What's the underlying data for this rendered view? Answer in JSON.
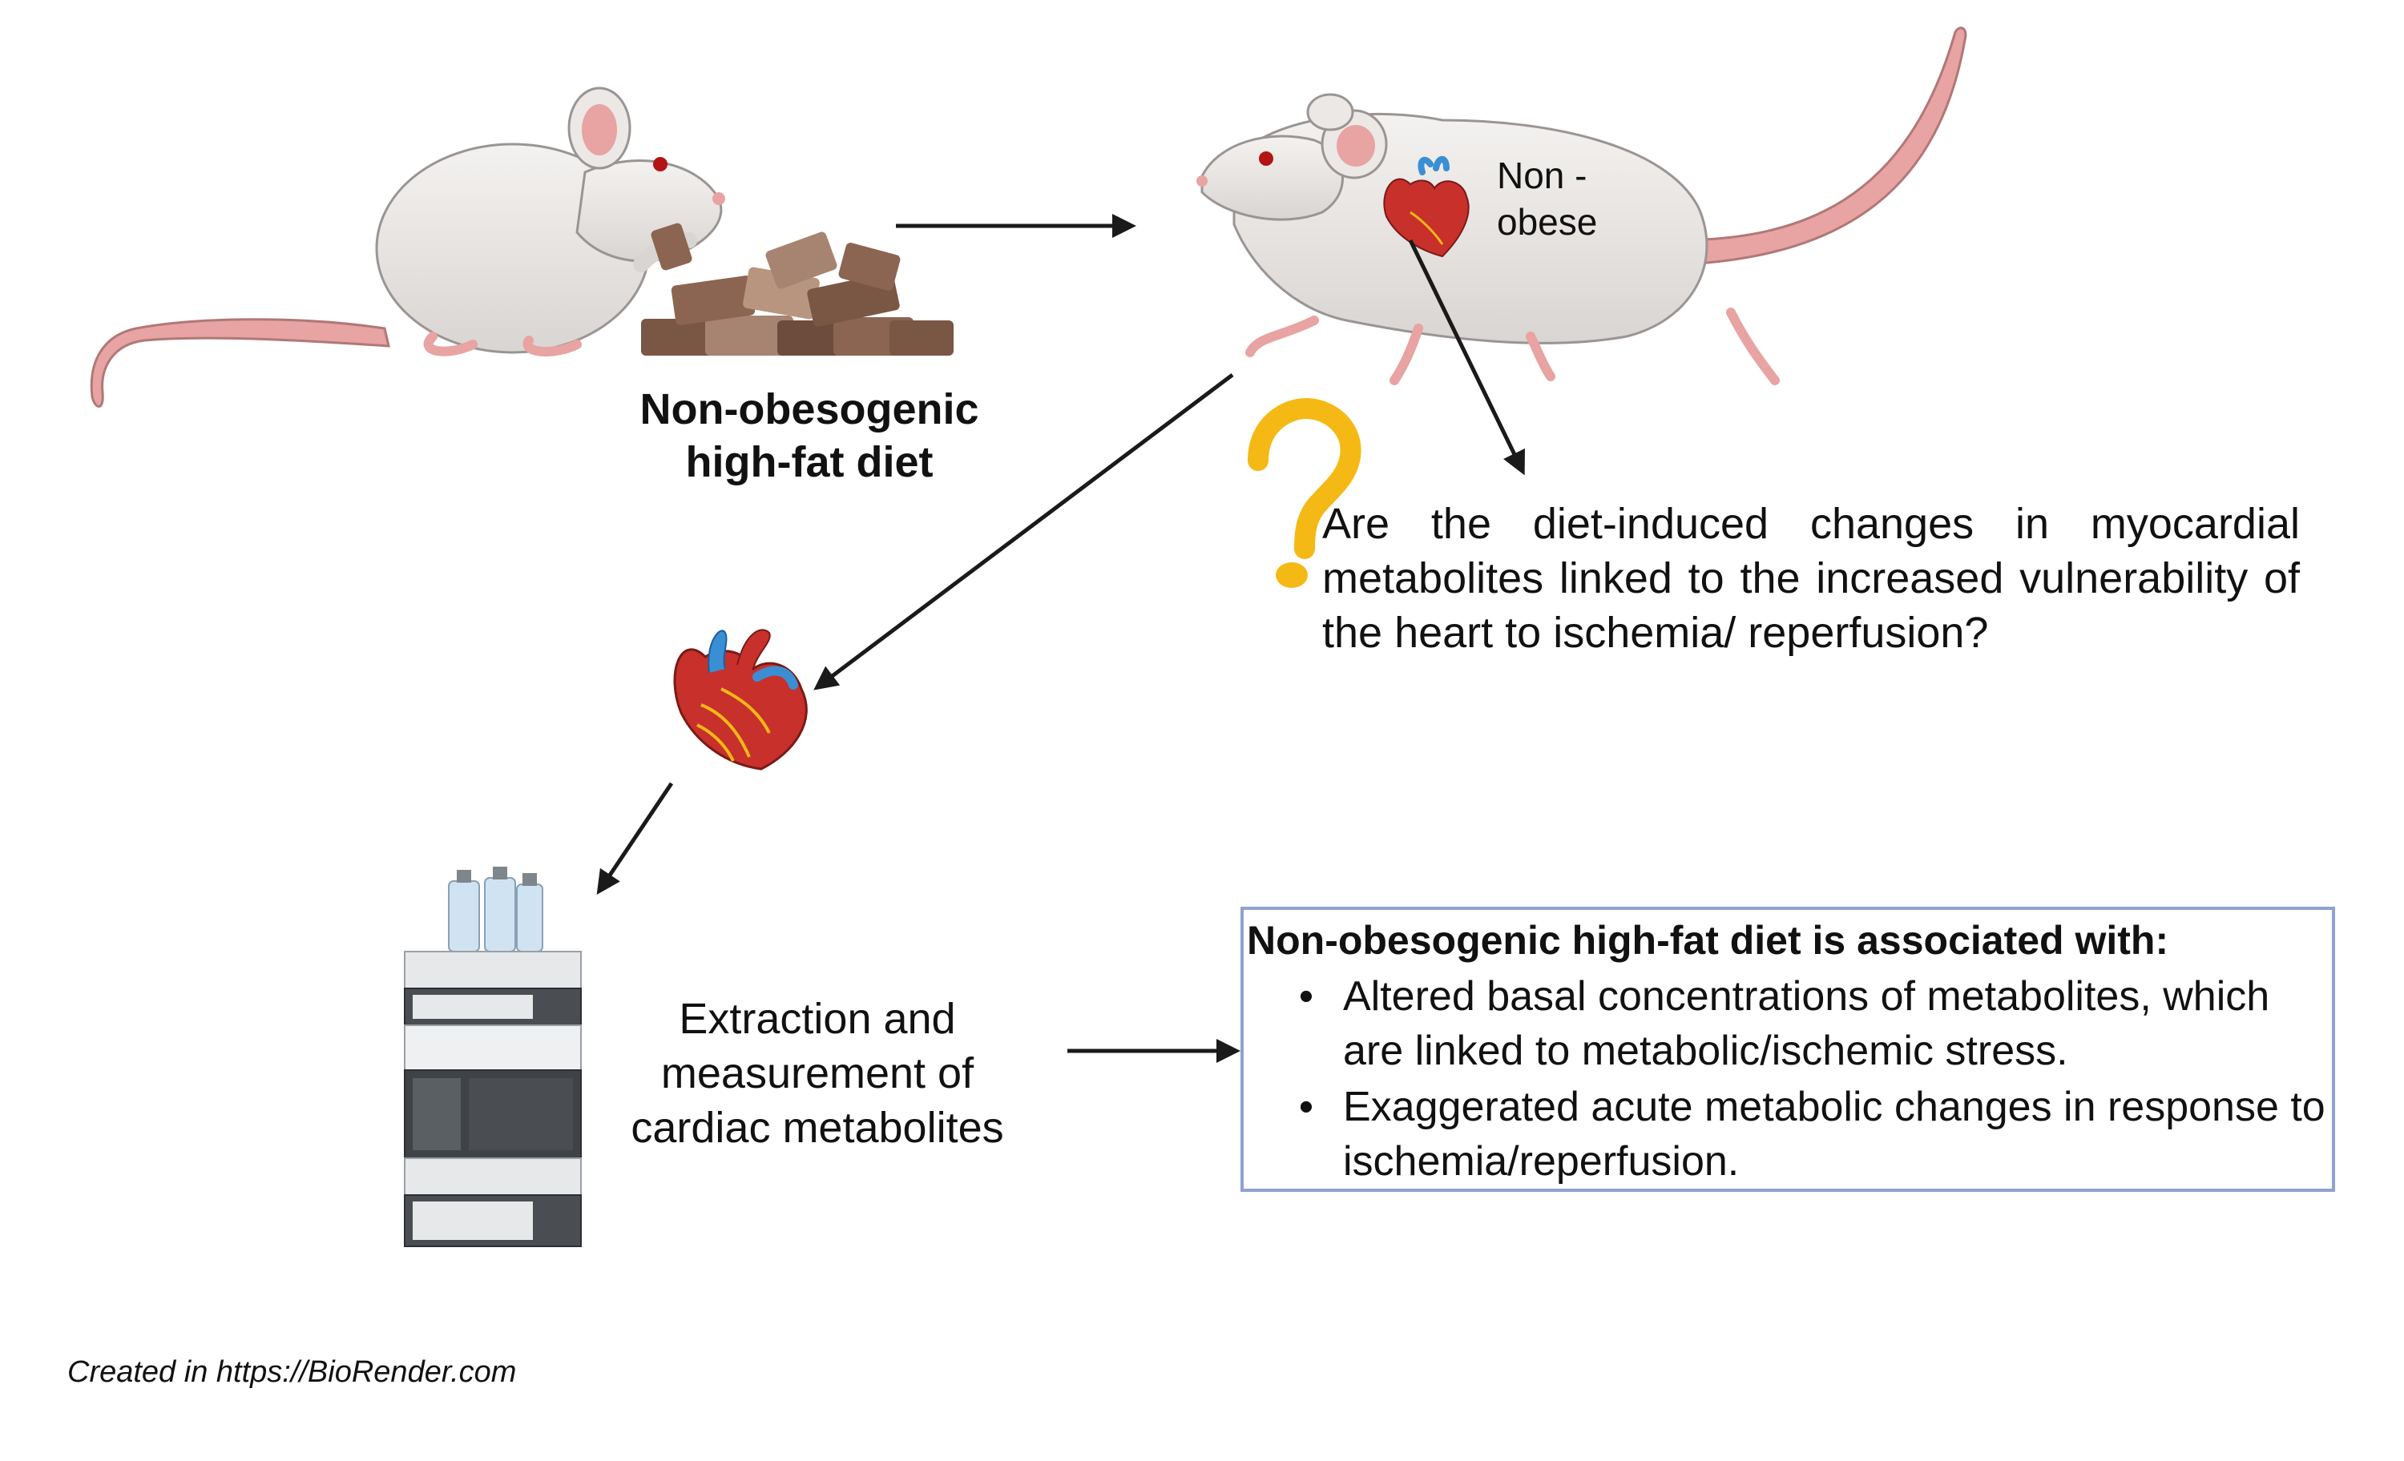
{
  "diagram": {
    "diet_label": "Non-obesogenic\nhigh-fat diet",
    "nonobese_label": "Non -\nobese",
    "question_text": "Are the diet-induced changes in myocardial metabolites linked to the increased vulnerability of the heart to ischemia/ reperfusion?",
    "extraction_label": "Extraction and measurement of cardiac metabolites",
    "findings": {
      "title": "Non-obesogenic high-fat diet is associated with:",
      "bullet_glyph": "•",
      "items": [
        "Altered basal concentrations of metabolites, which are linked to metabolic/ischemic stress.",
        "Exaggerated acute metabolic changes in response to ischemia/reperfusion."
      ]
    },
    "credit": "Created in https://BioRender.com"
  },
  "colors": {
    "rat_body": "#ebe8e6",
    "rat_pink": "#e8a3a3",
    "food_brown": "#8b6552",
    "heart_red": "#c8302c",
    "vessel_blue": "#3a8fd4",
    "question_yellow": "#f5b915",
    "box_border": "#8fa2d0",
    "arrow": "#1a1a1a"
  },
  "icons": [
    "rat-eating-icon",
    "food-pellets-icon",
    "rat-walking-icon",
    "heart-icon",
    "question-mark-icon",
    "hplc-instrument-icon"
  ]
}
